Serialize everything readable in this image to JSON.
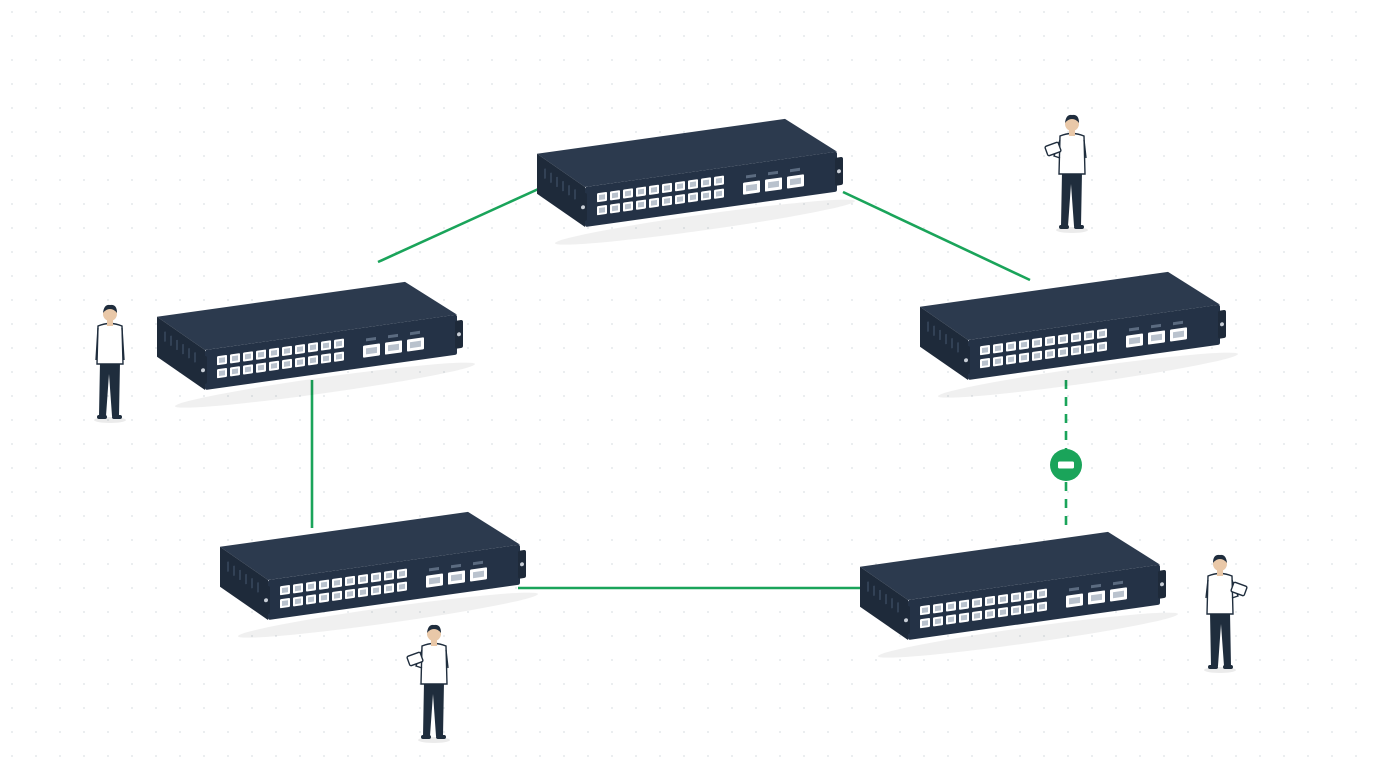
{
  "diagram": {
    "type": "ring-network-topology",
    "colors": {
      "link_active": "#1aa45a",
      "link_blocked": "#1aa45a",
      "blocked_badge": "#1aa45a",
      "switch_body": "#2c3a4e",
      "switch_face": "#243246",
      "port_fill": "#ffffff",
      "person_shirt": "#ffffff",
      "person_pants": "#1f2d3d",
      "person_skin": "#e9c8a8",
      "person_hair": "#1f2d3d",
      "background_dots": "#d9dde2"
    },
    "switches": [
      {
        "id": "switch-top",
        "ports_per_row": 10,
        "sfp_ports": 3
      },
      {
        "id": "switch-left",
        "ports_per_row": 10,
        "sfp_ports": 3
      },
      {
        "id": "switch-right",
        "ports_per_row": 10,
        "sfp_ports": 3
      },
      {
        "id": "switch-bottom-left",
        "ports_per_row": 10,
        "sfp_ports": 3
      },
      {
        "id": "switch-bottom-right",
        "ports_per_row": 10,
        "sfp_ports": 3
      }
    ],
    "links": [
      {
        "from": "switch-left",
        "to": "switch-top",
        "state": "active"
      },
      {
        "from": "switch-top",
        "to": "switch-right",
        "state": "active"
      },
      {
        "from": "switch-left",
        "to": "switch-bottom-left",
        "state": "active"
      },
      {
        "from": "switch-bottom-left",
        "to": "switch-bottom-right",
        "state": "active"
      },
      {
        "from": "switch-right",
        "to": "switch-bottom-right",
        "state": "blocked",
        "icon": "minus-circle-icon"
      }
    ],
    "people": [
      {
        "id": "person-top-right",
        "holding": "tablet-icon"
      },
      {
        "id": "person-left",
        "holding": "none"
      },
      {
        "id": "person-bottom-left",
        "holding": "tablet-icon"
      },
      {
        "id": "person-bottom-right",
        "holding": "tablet-icon"
      }
    ]
  }
}
